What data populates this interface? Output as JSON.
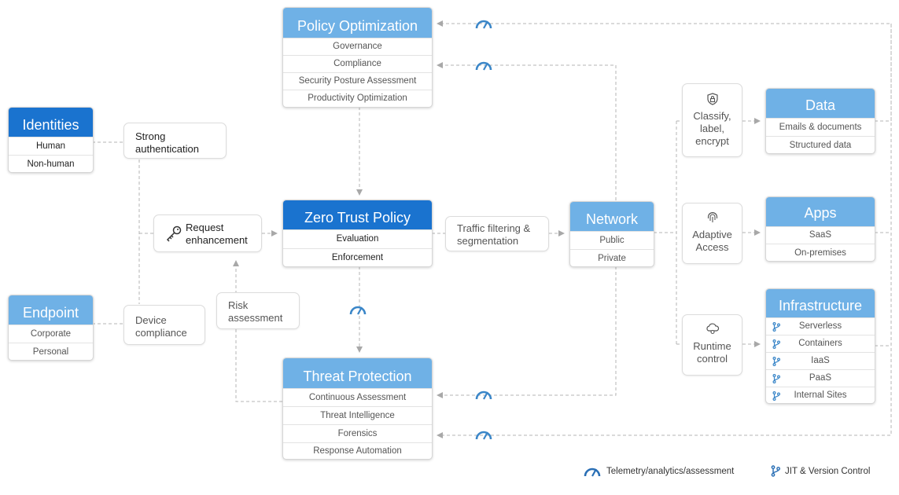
{
  "policy_optimization": {
    "title": "Policy Optimization",
    "items": [
      "Governance",
      "Compliance",
      "Security Posture Assessment",
      "Productivity Optimization"
    ]
  },
  "identities": {
    "title": "Identities",
    "items": [
      "Human",
      "Non-human"
    ]
  },
  "endpoint": {
    "title": "Endpoint",
    "items": [
      "Corporate",
      "Personal"
    ]
  },
  "strong_auth": "Strong\nauthentication",
  "device_compliance": "Device\ncompliance",
  "request_enhancement": "Request\nenhancement",
  "risk_assessment": "Risk\nassessment",
  "zero_trust_policy": {
    "title": "Zero Trust Policy",
    "items": [
      "Evaluation",
      "Enforcement"
    ]
  },
  "traffic_filtering": "Traffic filtering &\nsegmentation",
  "threat_protection": {
    "title": "Threat Protection",
    "items": [
      "Continuous Assessment",
      "Threat Intelligence",
      "Forensics",
      "Response Automation"
    ]
  },
  "network": {
    "title": "Network",
    "items": [
      "Public",
      "Private"
    ]
  },
  "classify": "Classify,\nlabel,\nencrypt",
  "adaptive_access": "Adaptive\nAccess",
  "runtime_control": "Runtime\ncontrol",
  "data": {
    "title": "Data",
    "items": [
      "Emails & documents",
      "Structured data"
    ]
  },
  "apps": {
    "title": "Apps",
    "items": [
      "SaaS",
      "On-premises"
    ]
  },
  "infrastructure": {
    "title": "Infrastructure",
    "items": [
      "Serverless",
      "Containers",
      "IaaS",
      "PaaS",
      "Internal Sites"
    ]
  },
  "legend": {
    "telemetry": "Telemetry/analytics/assessment",
    "jit": "JIT & Version Control"
  },
  "icons": {
    "gauge": "gauge-icon",
    "key": "key-icon",
    "shield": "shield-icon",
    "fingerprint": "fingerprint-icon",
    "cloud": "cloud-gear-icon",
    "branch": "branch-icon"
  },
  "colors": {
    "accent_dark": "#1a73cf",
    "accent_light": "#6fb1e6",
    "connector": "#b5b5b5"
  }
}
